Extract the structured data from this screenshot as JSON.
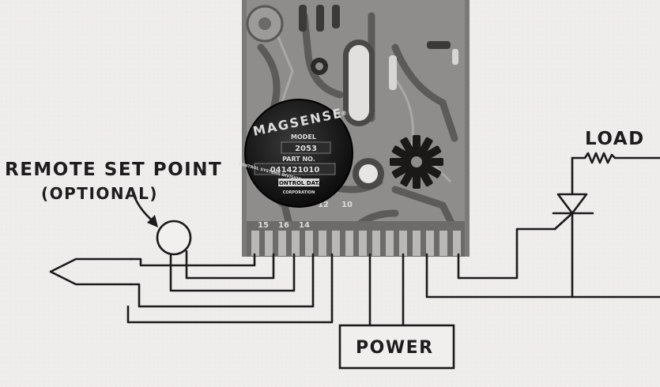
{
  "labels": {
    "remote_set_point_line1": "REMOTE SET POINT",
    "remote_set_point_line2": "(OPTIONAL)",
    "load": "LOAD",
    "power": "POWER"
  },
  "module": {
    "brand": "MAGSENSE",
    "registered": "®",
    "model_label": "MODEL",
    "model_number": "2053",
    "part_label": "PART NO.",
    "part_number": "041421010",
    "maker": "CONTROL DATA",
    "maker_sub": "CORPORATION",
    "division": "CONTROL SYSTEMS DIVISION",
    "terminals": [
      "15",
      "16",
      "14",
      "12",
      "10"
    ]
  }
}
